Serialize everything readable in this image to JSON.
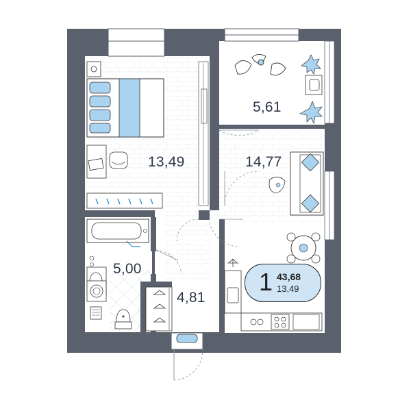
{
  "plan": {
    "rooms": [
      {
        "id": "bedroom",
        "area": "13,49"
      },
      {
        "id": "loggia",
        "area": "5,61"
      },
      {
        "id": "kitchen-living",
        "area": "14,77"
      },
      {
        "id": "bathroom",
        "area": "5,00"
      },
      {
        "id": "hallway",
        "area": "4,81"
      }
    ],
    "summary": {
      "room_count": "1",
      "total_area": "43,68",
      "living_area": "13,49"
    }
  },
  "colors": {
    "wall": "#5a606c",
    "accent": "#a9d3ef",
    "badge_fill": "#cfe5f5",
    "line": "#6f7b8a",
    "tile": "#c4ccd6"
  }
}
